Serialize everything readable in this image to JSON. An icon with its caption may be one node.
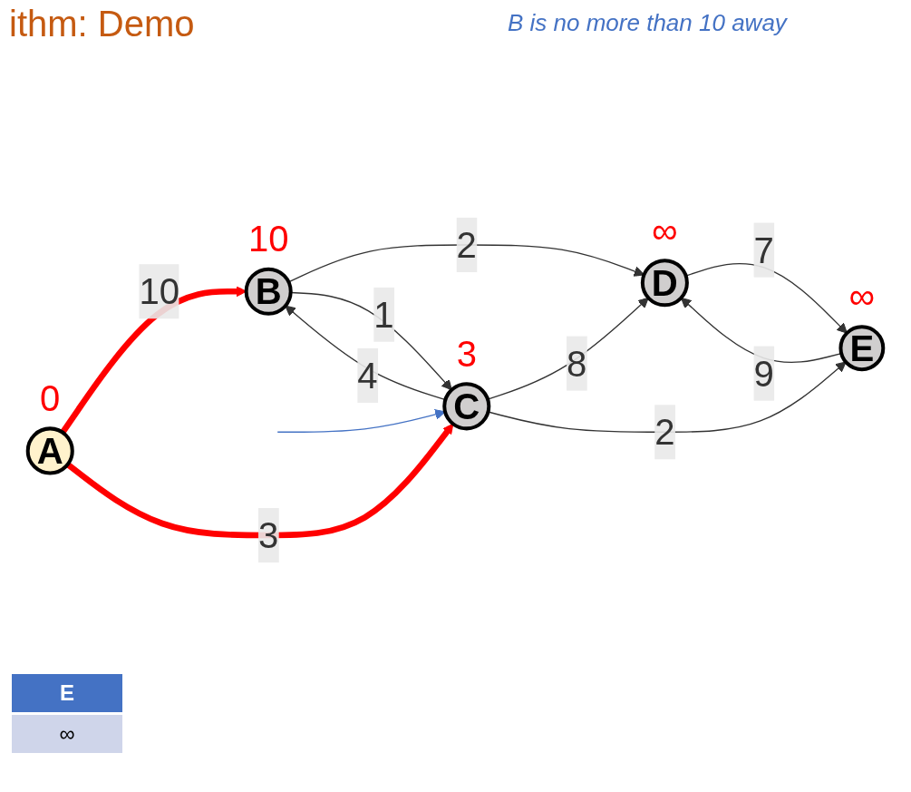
{
  "diagram": {
    "title": "ithm: Demo",
    "nodes": [
      {
        "text": [
          "A"
        ],
        "beside": [
          "0"
        ]
      },
      {
        "text": [
          "B"
        ],
        "beside": [
          "10"
        ]
      },
      {
        "text": [
          "C"
        ],
        "beside": [
          "3"
        ]
      },
      {
        "text": [
          "D"
        ],
        "beside": [
          "∞"
        ]
      },
      {
        "text": [
          "E"
        ],
        "beside": [
          "∞"
        ]
      }
    ],
    "edges": [
      {
        "from": 0,
        "to": 1,
        "arrow": "to",
        "label": "10",
        "style": "thick",
        "color": "#ff0000"
      },
      {
        "from": 0,
        "to": 2,
        "arrow": "to",
        "label": "3",
        "style": "thick",
        "color": "#ff0000"
      },
      {
        "from": 1,
        "to": 3,
        "arrow": "to",
        "label": "2"
      },
      {
        "from": 1,
        "to": 2,
        "arrow": "to",
        "label": "1"
      },
      {
        "from": 2,
        "to": 1,
        "arrow": "to",
        "label": "4"
      },
      {
        "from": 2,
        "to": 3,
        "arrow": "to",
        "label": "8"
      },
      {
        "from": 2,
        "to": 4,
        "arrow": "to",
        "label": "2"
      },
      {
        "from": 3,
        "to": 4,
        "arrow": "to",
        "label": "7"
      },
      {
        "from": 4,
        "to": 3,
        "arrow": "to",
        "label": "9"
      },
      {
        "from": null,
        "to": 2,
        "arrow": "to",
        "color": "#4472c4"
      }
    ],
    "labels": [
      "B is no more than 10 away",
      "E",
      "∞"
    ]
  }
}
